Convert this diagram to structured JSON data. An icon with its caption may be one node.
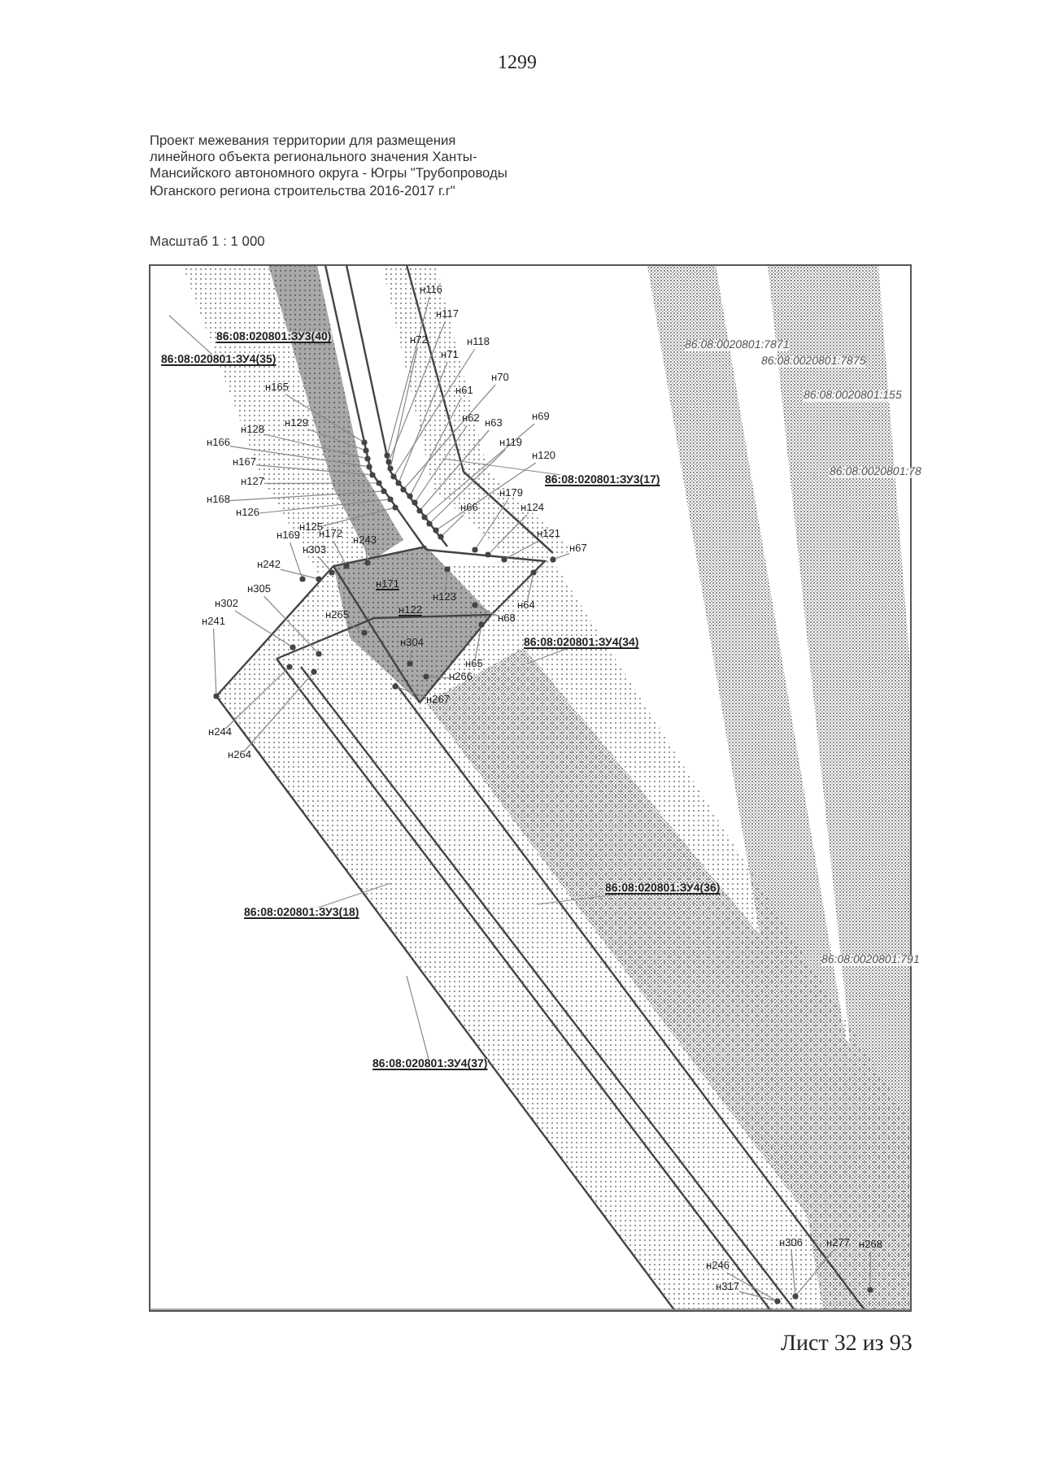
{
  "diagram": {
    "title": "Проект межевания территории для размещения линейного объекта регионального значения Ханты-Мансийского автономного округа - Югры \"Трубопроводы Юганского региона строительства 2016-2017 г.г\"",
    "nodes": [
      {
        "text": [
          "н116"
        ]
      },
      {
        "text": [
          "н117"
        ]
      },
      {
        "text": [
          "н72"
        ]
      },
      {
        "text": [
          "н118"
        ]
      },
      {
        "text": [
          "н71"
        ]
      },
      {
        "text": [
          "86:08:020801:ЗУ3(40)"
        ]
      },
      {
        "text": [
          "86:08:020801:ЗУ4(35)"
        ]
      },
      {
        "text": [
          "н70"
        ]
      },
      {
        "text": [
          "н61"
        ]
      },
      {
        "text": [
          "н165"
        ]
      },
      {
        "text": [
          "н62"
        ]
      },
      {
        "text": [
          "н63"
        ]
      },
      {
        "text": [
          "н69"
        ]
      },
      {
        "text": [
          "н128"
        ]
      },
      {
        "text": [
          "н129"
        ]
      },
      {
        "text": [
          "н119"
        ]
      },
      {
        "text": [
          "н166"
        ]
      },
      {
        "text": [
          "н120"
        ]
      },
      {
        "text": [
          "н167"
        ]
      },
      {
        "text": [
          "86:08:020801:ЗУ3(17)"
        ]
      },
      {
        "text": [
          "н127"
        ]
      },
      {
        "text": [
          "н179"
        ]
      },
      {
        "text": [
          "н168"
        ]
      },
      {
        "text": [
          "н125"
        ]
      },
      {
        "text": [
          "н66"
        ]
      },
      {
        "text": [
          "н124"
        ]
      },
      {
        "text": [
          "н126"
        ]
      },
      {
        "text": [
          "н121"
        ]
      },
      {
        "text": [
          "н169"
        ]
      },
      {
        "text": [
          "н172"
        ]
      },
      {
        "text": [
          "н303"
        ]
      },
      {
        "text": [
          "н243"
        ]
      },
      {
        "text": [
          "н67"
        ]
      },
      {
        "text": [
          "н242"
        ]
      },
      {
        "text": [
          "н305"
        ]
      },
      {
        "text": [
          "н302"
        ]
      },
      {
        "text": [
          "н64"
        ]
      },
      {
        "text": [
          "н123"
        ]
      },
      {
        "text": [
          "н241"
        ]
      },
      {
        "text": [
          "н68"
        ]
      },
      {
        "text": [
          "н265"
        ]
      },
      {
        "text": [
          "н304"
        ]
      },
      {
        "text": [
          "86:08:020801:ЗУ4(34)"
        ]
      },
      {
        "text": [
          "н65"
        ]
      },
      {
        "text": [
          "н266"
        ]
      },
      {
        "text": [
          "н267"
        ]
      },
      {
        "text": [
          "н244"
        ]
      },
      {
        "text": [
          "н264"
        ]
      },
      {
        "text": [
          "86:08:020801:ЗУ4(36)"
        ]
      },
      {
        "text": [
          "86:08:020801:ЗУ3(18)"
        ]
      },
      {
        "text": [
          "86:08:020801:ЗУ4(37)"
        ]
      },
      {
        "text": [
          "н306"
        ]
      },
      {
        "text": [
          "н277"
        ]
      },
      {
        "text": [
          "н268"
        ]
      },
      {
        "text": [
          "н246"
        ]
      },
      {
        "text": [
          "н317"
        ]
      },
      {
        "text": [],
        "shape": "circle"
      },
      {
        "text": [],
        "shape": "circle"
      },
      {
        "text": [],
        "shape": "circle"
      },
      {
        "text": [],
        "shape": "circle"
      },
      {
        "text": [],
        "shape": "circle"
      },
      {
        "text": [],
        "shape": "circle"
      },
      {
        "text": [],
        "shape": "circle"
      },
      {
        "text": [],
        "shape": "circle"
      },
      {
        "text": [],
        "shape": "circle"
      },
      {
        "text": [],
        "shape": "circle"
      },
      {
        "text": [],
        "shape": "circle"
      },
      {
        "text": [],
        "shape": "circle"
      },
      {
        "text": [],
        "shape": "circle"
      },
      {
        "text": [],
        "shape": "circle"
      },
      {
        "text": [],
        "shape": "circle"
      },
      {
        "text": [],
        "shape": "circle"
      },
      {
        "text": [],
        "shape": "circle"
      },
      {
        "text": [],
        "shape": "circle"
      },
      {
        "text": [],
        "shape": "circle"
      },
      {
        "text": [],
        "shape": "circle"
      },
      {
        "text": [],
        "shape": "circle"
      },
      {
        "text": [],
        "shape": "circle"
      },
      {
        "text": [],
        "shape": "circle"
      },
      {
        "text": [],
        "shape": "circle"
      },
      {
        "text": [],
        "shape": "circle"
      },
      {
        "text": [],
        "shape": "circle"
      },
      {
        "text": [],
        "shape": "circle"
      },
      {
        "text": [],
        "shape": "circle"
      },
      {
        "text": [],
        "shape": "circle"
      },
      {
        "text": [],
        "shape": "circle"
      },
      {
        "text": [],
        "shape": "circle"
      },
      {
        "text": [],
        "shape": "circle"
      },
      {
        "text": [],
        "shape": "circle"
      },
      {
        "text": [],
        "shape": "circle"
      },
      {
        "text": [],
        "shape": "circle"
      },
      {
        "text": [],
        "shape": "circle"
      },
      {
        "text": [],
        "shape": "circle"
      },
      {
        "text": [],
        "shape": "circle"
      },
      {
        "text": [],
        "shape": "circle"
      },
      {
        "text": [],
        "shape": "circle"
      },
      {
        "text": [],
        "shape": "circle"
      },
      {
        "text": [],
        "shape": "circle"
      },
      {
        "text": [],
        "shape": "circle"
      },
      {
        "text": [],
        "shape": "circle"
      },
      {
        "text": [],
        "shape": "circle"
      },
      {
        "text": [],
        "shape": "circle"
      },
      {
        "text": [],
        "shape": "circle"
      }
    ],
    "edges": [
      {
        "from": 0,
        "to": 56,
        "arrow": "none"
      },
      {
        "from": 1,
        "to": 57,
        "arrow": "none"
      },
      {
        "from": 2,
        "to": 58,
        "arrow": "none"
      },
      {
        "from": 3,
        "to": 59,
        "arrow": "none"
      },
      {
        "from": 4,
        "to": 60,
        "arrow": "none"
      },
      {
        "from": 5,
        "to": null,
        "arrow": "none"
      },
      {
        "from": 6,
        "to": null,
        "arrow": "none"
      },
      {
        "from": 7,
        "to": 61,
        "arrow": "none"
      },
      {
        "from": 8,
        "to": 62,
        "arrow": "none"
      },
      {
        "from": 9,
        "to": 63,
        "arrow": "none"
      },
      {
        "from": 10,
        "to": 64,
        "arrow": "none"
      },
      {
        "from": 11,
        "to": 65,
        "arrow": "none"
      },
      {
        "from": 12,
        "to": 66,
        "arrow": "none"
      },
      {
        "from": 13,
        "to": 67,
        "arrow": "none"
      },
      {
        "from": 14,
        "to": 68,
        "arrow": "none"
      },
      {
        "from": 15,
        "to": 69,
        "arrow": "none"
      },
      {
        "from": 16,
        "to": 70,
        "arrow": "none"
      },
      {
        "from": 17,
        "to": 71,
        "arrow": "none"
      },
      {
        "from": 18,
        "to": 72,
        "arrow": "none"
      },
      {
        "from": 19,
        "to": null,
        "arrow": "none"
      },
      {
        "from": 20,
        "to": 73,
        "arrow": "none"
      },
      {
        "from": 21,
        "to": 74,
        "arrow": "none"
      },
      {
        "from": 22,
        "to": 75,
        "arrow": "none"
      },
      {
        "from": 23,
        "to": 76,
        "arrow": "none"
      },
      {
        "from": 24,
        "to": 77,
        "arrow": "none"
      },
      {
        "from": 25,
        "to": 78,
        "arrow": "none"
      },
      {
        "from": 26,
        "to": 79,
        "arrow": "none"
      },
      {
        "from": 27,
        "to": 80,
        "arrow": "none"
      },
      {
        "from": 28,
        "to": 81,
        "arrow": "none"
      },
      {
        "from": 29,
        "to": 82,
        "arrow": "none"
      },
      {
        "from": 30,
        "to": 83,
        "arrow": "none"
      },
      {
        "from": 31,
        "to": 84,
        "arrow": "none"
      },
      {
        "from": 32,
        "to": 85,
        "arrow": "none"
      },
      {
        "from": 33,
        "to": 86,
        "arrow": "none"
      },
      {
        "from": 34,
        "to": 87,
        "arrow": "none"
      },
      {
        "from": 35,
        "to": 88,
        "arrow": "none"
      },
      {
        "from": 36,
        "to": 89,
        "arrow": "none"
      },
      {
        "from": 37,
        "to": 90,
        "arrow": "none"
      },
      {
        "from": 38,
        "to": 91,
        "arrow": "none"
      },
      {
        "from": 39,
        "to": 92,
        "arrow": "none"
      },
      {
        "from": 40,
        "to": 93,
        "arrow": "none"
      },
      {
        "from": 41,
        "to": 94,
        "arrow": "none"
      },
      {
        "from": 42,
        "to": null,
        "arrow": "none"
      },
      {
        "from": 43,
        "to": 95,
        "arrow": "none"
      },
      {
        "from": 44,
        "to": 96,
        "arrow": "none"
      },
      {
        "from": 45,
        "to": 97,
        "arrow": "none"
      },
      {
        "from": 46,
        "to": 98,
        "arrow": "none"
      },
      {
        "from": 47,
        "to": 99,
        "arrow": "none"
      },
      {
        "from": 48,
        "to": null,
        "arrow": "none"
      },
      {
        "from": 49,
        "to": null,
        "arrow": "none"
      },
      {
        "from": 50,
        "to": null,
        "arrow": "none"
      },
      {
        "from": 51,
        "to": 100,
        "arrow": "none"
      },
      {
        "from": 52,
        "to": 100,
        "arrow": "none"
      },
      {
        "from": 53,
        "to": 101,
        "arrow": "none"
      },
      {
        "from": 54,
        "to": 102,
        "arrow": "none"
      },
      {
        "from": 55,
        "to": 102,
        "arrow": "none"
      }
    ],
    "labels": [
      "1299",
      "Масштаб 1 : 1 000",
      "86:08:0020801:7871",
      "86:08:0020801:7875",
      "86:08:0020801:155",
      "86:08:0020801:78",
      "н171",
      "н122",
      "86:08:0020801:791",
      "Лист 32 из 93"
    ]
  }
}
